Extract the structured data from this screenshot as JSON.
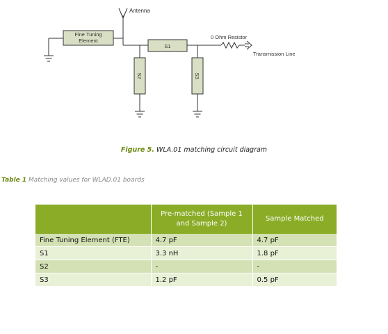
{
  "diagram": {
    "labels": {
      "antenna": "Antenna",
      "fte_line1": "Fine Tuning",
      "fte_line2": "Element",
      "s1": "S1",
      "s2": "S2",
      "s3": "S3",
      "resistor": "0 Ohm Resistor",
      "transmission_line": "Transmission Line"
    }
  },
  "figure_caption": {
    "label": "Figure 5.",
    "text": "WLA.01 matching circuit diagram"
  },
  "table_caption": {
    "label": "Table 1",
    "text": "Matching values for WLAD.01 boards"
  },
  "table": {
    "headers": [
      "",
      "Pre-matched (Sample 1 and Sample 2)",
      "Sample Matched"
    ],
    "rows": [
      [
        "Fine Tuning Element (FTE)",
        "4.7 pF",
        "4.7 pF"
      ],
      [
        "S1",
        "3.3 nH",
        "1.8 pF"
      ],
      [
        "S2",
        "-",
        "-"
      ],
      [
        "S3",
        "1.2 pF",
        "0.5 pF"
      ]
    ]
  },
  "colors": {
    "accent_green": "#8aac27",
    "row_dark": "#d4e1b4",
    "row_light": "#e8f0d6",
    "caption_green": "#6b8a10",
    "component_fill": "#d9dfc4"
  }
}
